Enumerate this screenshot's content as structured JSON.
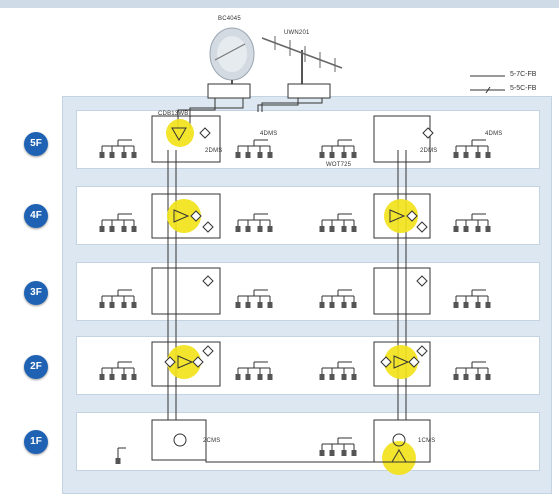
{
  "antennas": {
    "bs": "BC4045",
    "uhf": "UWN201"
  },
  "legend": {
    "solid": "5-7C-FB",
    "slash": "5-5C-FB"
  },
  "floors": [
    {
      "id": "5F",
      "label": "5F"
    },
    {
      "id": "4F",
      "label": "4F"
    },
    {
      "id": "3F",
      "label": "3F"
    },
    {
      "id": "2F",
      "label": "2F"
    },
    {
      "id": "1F",
      "label": "1F"
    }
  ],
  "labels": {
    "amp_5f": "CDB13WB",
    "div_5f_left": "2DMS",
    "div_5f_out": "4DMS",
    "div_5f_right": "2DMS",
    "div_5f_right_out": "4DMS",
    "amp_5f_right": "WOT725",
    "div_1f_left": "2CMS",
    "div_1f_right": "1CMS"
  },
  "colors": {
    "highlight": "#f2e21b",
    "floor_badge": "#1f62b4",
    "building": "#dde7f1",
    "line": "#333333"
  }
}
